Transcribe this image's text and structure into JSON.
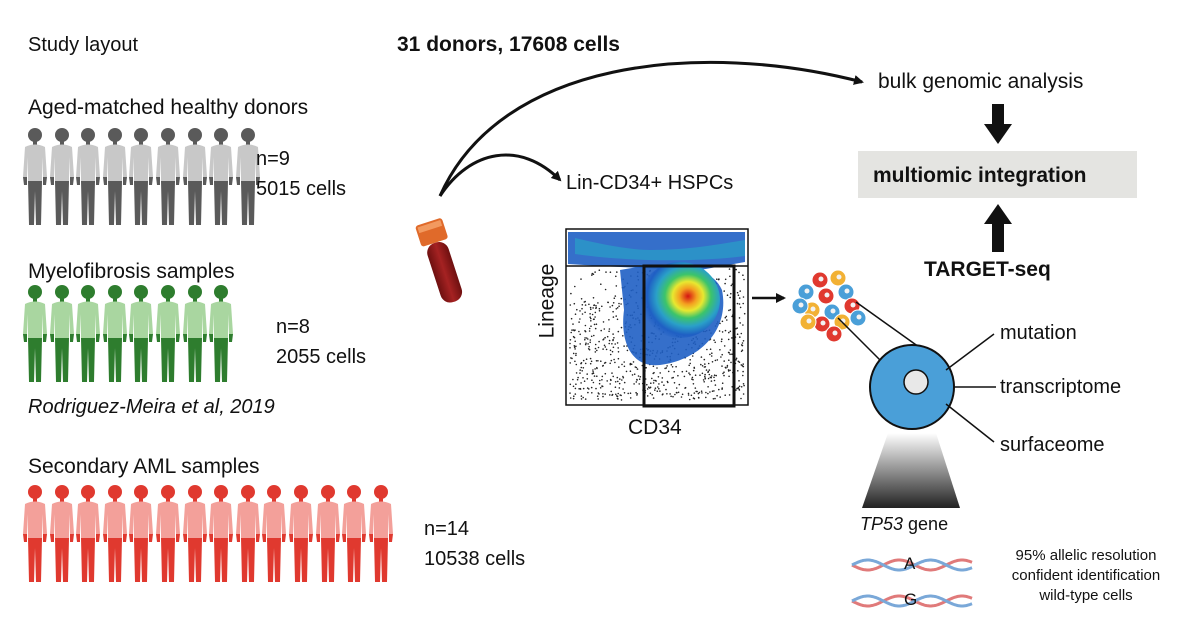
{
  "study": {
    "title": "Study layout",
    "totals": "31 donors, 17608 cells"
  },
  "groups": [
    {
      "name": "Aged-matched healthy donors",
      "n": "n=9",
      "cells": "5015 cells",
      "count": 9,
      "body_color": "#5a5a5a",
      "shirt_color": "#c8c8c8",
      "citation": ""
    },
    {
      "name": "Myelofibrosis samples",
      "n": "n=8",
      "cells": "2055 cells",
      "count": 8,
      "body_color": "#2e7d2e",
      "shirt_color": "#a9d6a0",
      "citation": "Rodriguez-Meira et al, 2019"
    },
    {
      "name": "Secondary AML samples",
      "n": "n=14",
      "cells": "10538 cells",
      "count": 14,
      "body_color": "#e0392f",
      "shirt_color": "#f3a09a",
      "citation": ""
    }
  ],
  "workflow": {
    "sort_label": "Lin-CD34+ HSPCs",
    "bulk_label": "bulk genomic analysis",
    "integration_label": "multiomic integration",
    "method_label": "TARGET-seq",
    "facs_y_label": "Lineage",
    "facs_x_label": "CD34"
  },
  "readouts": [
    "mutation",
    "transcriptome",
    "surfaceome"
  ],
  "gene": {
    "name": "TP53",
    "suffix": " gene",
    "alleles": [
      "A",
      "G"
    ],
    "note_lines": [
      "95% allelic resolution",
      "confident identification",
      "wild-type cells"
    ]
  },
  "colors": {
    "accent_box": "#e4e4e1",
    "cell_blue": "#4a9fd8",
    "cell_red": "#e0392f",
    "cell_orange": "#f2b134",
    "tube_red": "#8b1a1a",
    "tube_cap": "#e06a2a"
  }
}
